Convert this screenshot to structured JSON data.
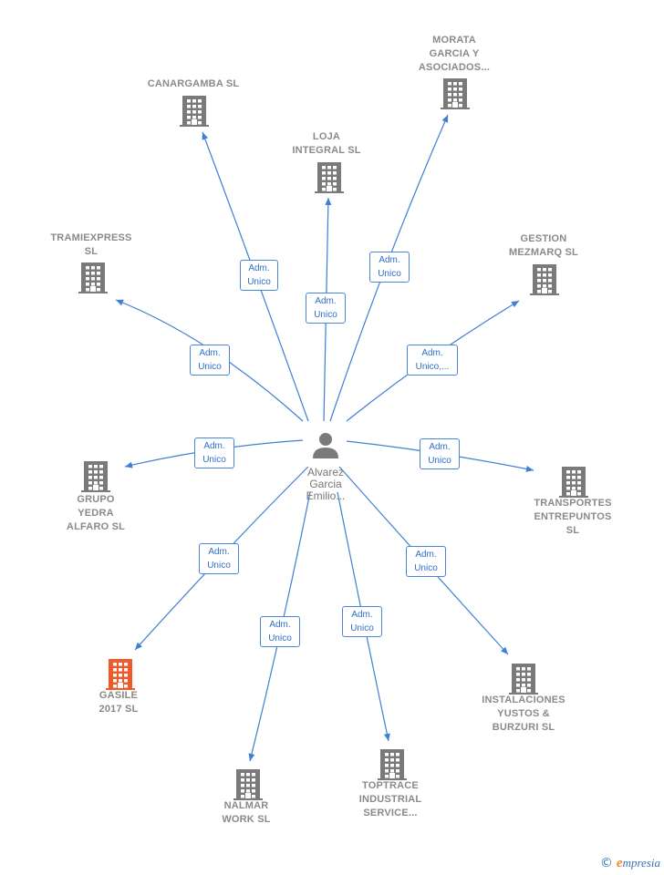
{
  "center": {
    "name": "Alvarez\nGarcia\nEmilio..."
  },
  "nodes": [
    {
      "id": "canargamba",
      "name": "CANARGAMBA SL",
      "color": "#7a7a7a"
    },
    {
      "id": "loja",
      "name": "LOJA\nINTEGRAL  SL",
      "color": "#7a7a7a"
    },
    {
      "id": "morata",
      "name": "MORATA\nGARCIA Y\nASOCIADOS...",
      "color": "#7a7a7a"
    },
    {
      "id": "tramiexpress",
      "name": "TRAMIEXPRESS\nSL",
      "color": "#7a7a7a"
    },
    {
      "id": "gestion",
      "name": "GESTION\nMEZMARQ  SL",
      "color": "#7a7a7a"
    },
    {
      "id": "grupo",
      "name": "GRUPO\nYEDRA\nALFARO  SL",
      "color": "#7a7a7a"
    },
    {
      "id": "transportes",
      "name": "TRANSPORTES\nENTREPUNTOS\nSL",
      "color": "#7a7a7a"
    },
    {
      "id": "gasile",
      "name": "GASILE\n2017  SL",
      "color": "#f05a28"
    },
    {
      "id": "instalaciones",
      "name": "INSTALACIONES\nYUSTOS &\nBURZURI  SL",
      "color": "#7a7a7a"
    },
    {
      "id": "nalmar",
      "name": "NALMAR\nWORK SL",
      "color": "#7a7a7a"
    },
    {
      "id": "toptrace",
      "name": "TOPTRACE\nINDUSTRIAL\nSERVICE...",
      "color": "#7a7a7a"
    }
  ],
  "edges": [
    {
      "to": "canargamba",
      "label": "Adm.\nUnico"
    },
    {
      "to": "loja",
      "label": "Adm.\nUnico"
    },
    {
      "to": "morata",
      "label": "Adm.\nUnico"
    },
    {
      "to": "tramiexpress",
      "label": "Adm.\nUnico"
    },
    {
      "to": "gestion",
      "label": "Adm.\nUnico,..."
    },
    {
      "to": "grupo",
      "label": "Adm.\nUnico"
    },
    {
      "to": "transportes",
      "label": "Adm.\nUnico"
    },
    {
      "to": "gasile",
      "label": "Adm.\nUnico"
    },
    {
      "to": "instalaciones",
      "label": "Adm.\nUnico"
    },
    {
      "to": "nalmar",
      "label": "Adm.\nUnico"
    },
    {
      "to": "toptrace",
      "label": "Adm.\nUnico"
    }
  ],
  "colors": {
    "edge": "#3f7fd4",
    "building": "#7a7a7a",
    "highlight": "#f05a28",
    "person": "#7a7a7a"
  },
  "footer": {
    "copyright": "©",
    "brand_first": "e",
    "brand_rest": "mpresia"
  }
}
